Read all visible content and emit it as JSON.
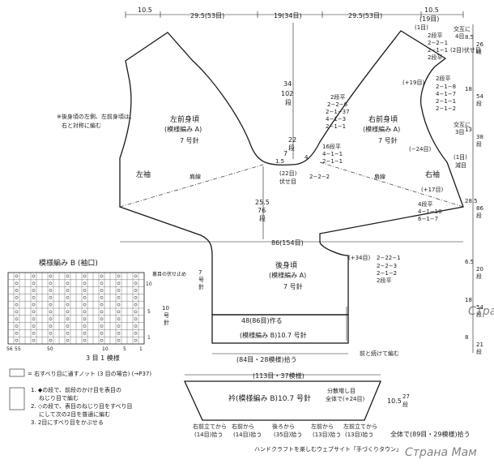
{
  "top_dims": [
    "10.5",
    "29.5(53目)",
    "19(34目)",
    "29.5(53目)"
  ],
  "top_right": {
    "dim": "10.5",
    "sts": "(19目)"
  },
  "note": [
    "※後身頃の左側、左前身頃は、",
    "右と対称に編む"
  ],
  "left_front": {
    "title": "左前身頃",
    "pattern": "(模様編み A)",
    "needle": "7 号針"
  },
  "right_front": {
    "title": "右前身頃",
    "pattern": "(模様編み A)",
    "needle": "7 号針"
  },
  "back": {
    "title": "後身頃",
    "pattern": "(模様編み A)",
    "needle": "7 号針"
  },
  "left_sleeve": "左袖",
  "right_sleeve": "右袖",
  "shoulder": "肩線",
  "neck_center": {
    "dim": "34",
    "rows": "102",
    "unit": "段"
  },
  "neck_small": {
    "dim": "22",
    "unit": "段",
    "dim2": "7",
    "rows": "4",
    "dim3": "1.5"
  },
  "neck_bottom": {
    "sts": "(22目)",
    "label": "伏せ目"
  },
  "neck_dec": [
    "16段平",
    "4−1−1",
    "2−1−1"
  ],
  "neck_dec2": "2−2−2",
  "right_top_dec": [
    "(1目)",
    "2段平",
    "2−2−1",
    "2−1−1",
    "2段平"
  ],
  "right_top_note": [
    "交互に",
    "4目"
  ],
  "right_top_cast": "(2目)伏せ目",
  "right_side_plus": "(+19目)",
  "right_side_inc": [
    "2段平",
    "2−1−8",
    "4−1−7",
    "2−1−1",
    "2−1−2"
  ],
  "right_side_note": [
    "交互に",
    "3目"
  ],
  "right_side_minus": "(−24目)",
  "right_side_cast": [
    "(1目)",
    "減目"
  ],
  "center_right_dec": [
    "2段平",
    "2−2−6",
    "2−1−37",
    "4−1−3",
    "2−1−1"
  ],
  "sleeve_plus": "(+17目)",
  "sleeve_inc": [
    "4段平",
    "4−1−10",
    "6−1−7"
  ],
  "body_center": {
    "dim": "25.5",
    "rows": "76",
    "unit": "段"
  },
  "body_width": "86(154目)",
  "back_plus": "(+34目)",
  "back_dec": [
    "2−22−1",
    "2−2−3",
    "2−1−2",
    "2段平"
  ],
  "right_dims": [
    {
      "dim": "8.5",
      "rows": "26",
      "unit": "段"
    },
    {
      "dim": "18",
      "rows": "54",
      "unit": "段"
    },
    {
      "dim": "13",
      "rows": "38",
      "unit": "段"
    },
    {
      "dim": "28.5",
      "rows": "86",
      "unit": "段"
    },
    {
      "dim": "6.5",
      "rows": "20",
      "unit": "段"
    },
    {
      "dim": "18",
      "rows": "54",
      "unit": "段"
    },
    {
      "dim": "8",
      "rows": "21",
      "unit": "段"
    }
  ],
  "ribbing": {
    "cast": "48(86目)作る",
    "label": "(模様編み B)10.7 号針",
    "pick": "(84目・28模様)拾う",
    "note": "前と続けて編む"
  },
  "collar": {
    "top": "(113目・37模様)",
    "label": "衿(模様編み B)10.7 号針",
    "inc": [
      "分散増し目",
      "全体で(+24目)"
    ],
    "dim": "10.5",
    "rows": "27",
    "unit": "段"
  },
  "collar_picks": [
    {
      "l1": "右前立てから",
      "l2": "(14目)拾う"
    },
    {
      "l1": "右前から",
      "l2": "(14目)拾う"
    },
    {
      "l1": "後ろから",
      "l2": "(35目)拾う"
    },
    {
      "l1": "左前から",
      "l2": "(13目)拾う"
    },
    {
      "l1": "左前立てから",
      "l2": "(13目)拾う"
    }
  ],
  "collar_total": "全体で(89目・29模様)拾う",
  "pattern_b": {
    "title": "模様編み B (袖口)",
    "end_note": "裏目の伏せ止め",
    "needle1": "7",
    "needle1b": "号",
    "needle1c": "針",
    "needle2": "10",
    "needle2b": "号",
    "needle2c": "針",
    "rows_label": [
      "10",
      "5",
      "1"
    ],
    "cols_label": [
      "56",
      "55",
      "50",
      "10",
      "5",
      "1"
    ],
    "repeat": "3 目 1 模様"
  },
  "legend": [
    "= 右すべり目に通すノット (3 目の場合) (→P37)",
    "1. ◆の段で、前段のかけ目を表目の",
    "ねじり目で編む",
    "2. ◇の段で、表目のねじり目をすべり目",
    "にして次の2目を普通に編む",
    "3. 2目にすべり目をかぶせる"
  ],
  "footer": "ハンドクラフトを楽しむウェブサイト「手づくりタウン」",
  "watermark_text": "Страна Мам",
  "watermark_text2": "Страна Мам"
}
